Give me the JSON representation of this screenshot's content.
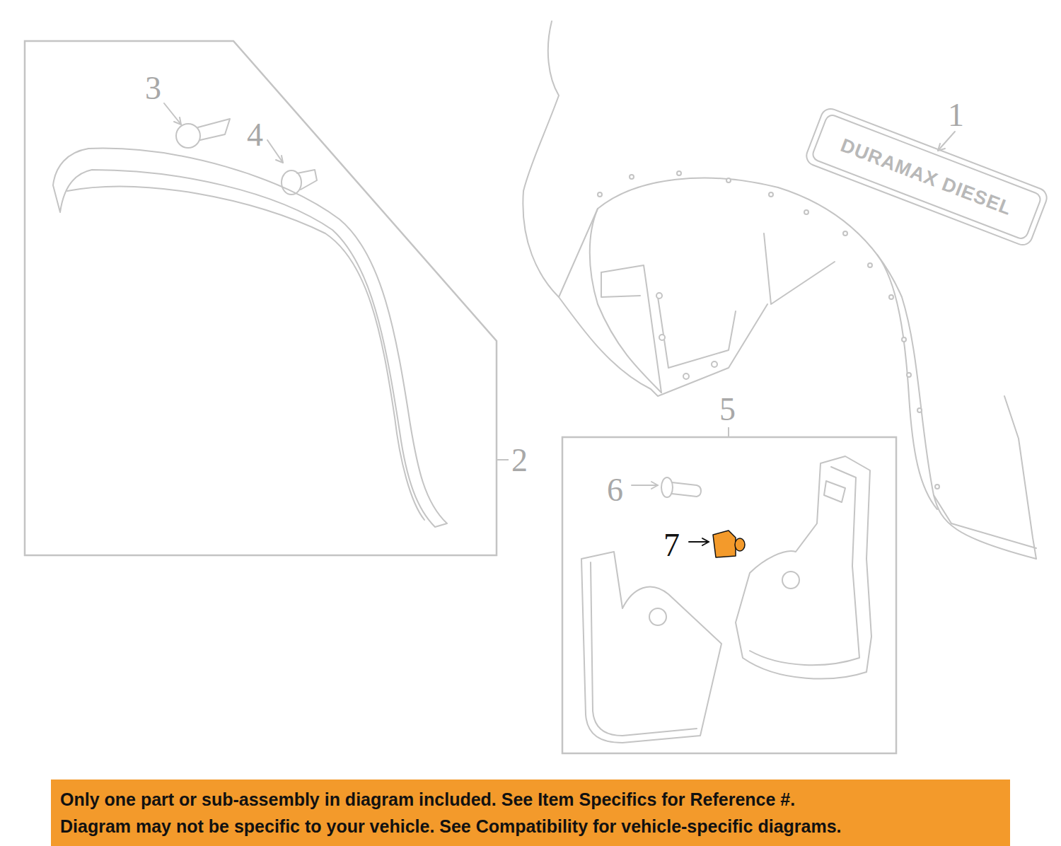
{
  "diagram": {
    "nodes": [
      {
        "text": [
          "2"
        ]
      },
      {
        "text": [
          "5"
        ]
      },
      {
        "text": [
          "Only one part or sub-assembly in diagram included. See Item Specifics for Reference #.",
          "Diagram may not be specific to your vehicle. See Compatibility for vehicle-specific diagrams."
        ]
      }
    ],
    "labels": [
      "1",
      "3",
      "4",
      "6",
      "7",
      "DURAMAX DIESEL"
    ]
  }
}
